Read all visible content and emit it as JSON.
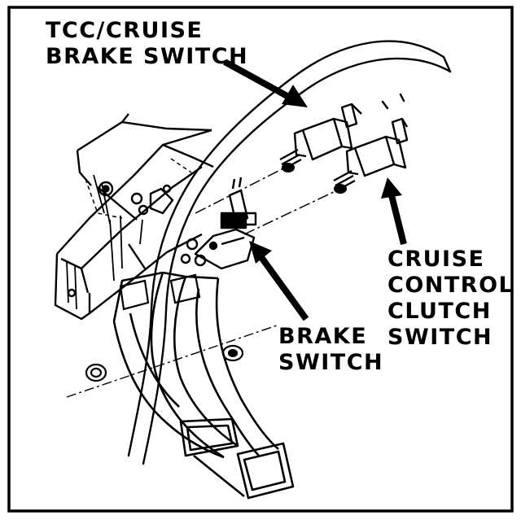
{
  "title": "",
  "labels": {
    "tcc_cruise_brake_switch": {
      "line1": "TCC/CRUISE",
      "line2": "BRAKE SWITCH"
    },
    "cruise_control_clutch_switch": {
      "line1": "CRUISE",
      "line2": "CONTROL",
      "line3": "CLUTCH",
      "line4": "SWITCH"
    },
    "brake_switch": {
      "line1": "BRAKE",
      "line2": "SWITCH"
    }
  },
  "colors": {
    "ink": "#000000",
    "paper": "#ffffff"
  }
}
